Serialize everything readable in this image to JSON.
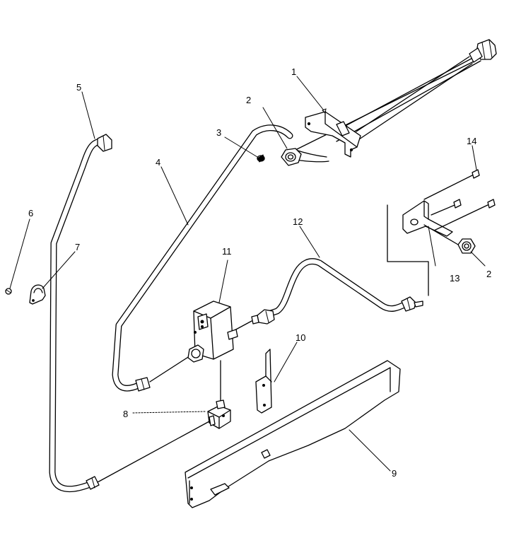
{
  "callouts": {
    "p1": "1",
    "p2a": "2",
    "p2b": "2",
    "p3": "3",
    "p4": "4",
    "p5": "5",
    "p6": "6",
    "p7": "7",
    "p8": "8",
    "p9": "9",
    "p10": "10",
    "p11": "11",
    "p12": "12",
    "p13": "13",
    "p14": "14"
  }
}
